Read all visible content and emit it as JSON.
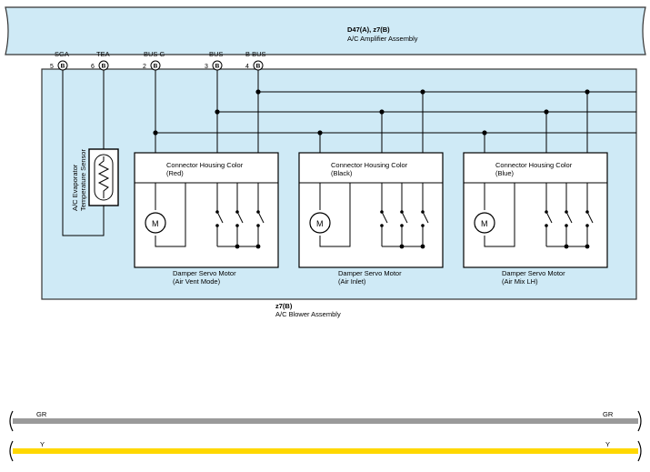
{
  "amplifier": {
    "connector": "D47(A), z7(B)",
    "name": "A/C Amplifier Assembly"
  },
  "terminals": [
    {
      "pin": "5",
      "conn": "B",
      "name": "SGA"
    },
    {
      "pin": "6",
      "conn": "B",
      "name": "TEA"
    },
    {
      "pin": "2",
      "conn": "B",
      "name": "BUS G"
    },
    {
      "pin": "3",
      "conn": "B",
      "name": "BUS"
    },
    {
      "pin": "4",
      "conn": "B",
      "name": "B BUS"
    }
  ],
  "sensor": {
    "line1": "A/C Evaporator",
    "line2": "Temperature Sensor"
  },
  "motors": [
    {
      "housing": "Connector Housing Color",
      "color": "(Red)",
      "name": "Damper Servo Motor",
      "sub": "(Air Vent Mode)",
      "symbol": "M"
    },
    {
      "housing": "Connector Housing Color",
      "color": "(Black)",
      "name": "Damper Servo Motor",
      "sub": "(Air Inlet)",
      "symbol": "M"
    },
    {
      "housing": "Connector Housing Color",
      "color": "(Blue)",
      "name": "Damper Servo Motor",
      "sub": "(Air Mix LH)",
      "symbol": "M"
    }
  ],
  "blower": {
    "connector": "z7(B)",
    "name": "A/C Blower Assembly"
  },
  "wires": [
    {
      "label": "GR",
      "color": "#9a9a9a"
    },
    {
      "label": "Y",
      "color": "#ffd800"
    }
  ],
  "colors": {
    "module_fill": "#cfeaf6",
    "module_stroke": "#333333"
  }
}
